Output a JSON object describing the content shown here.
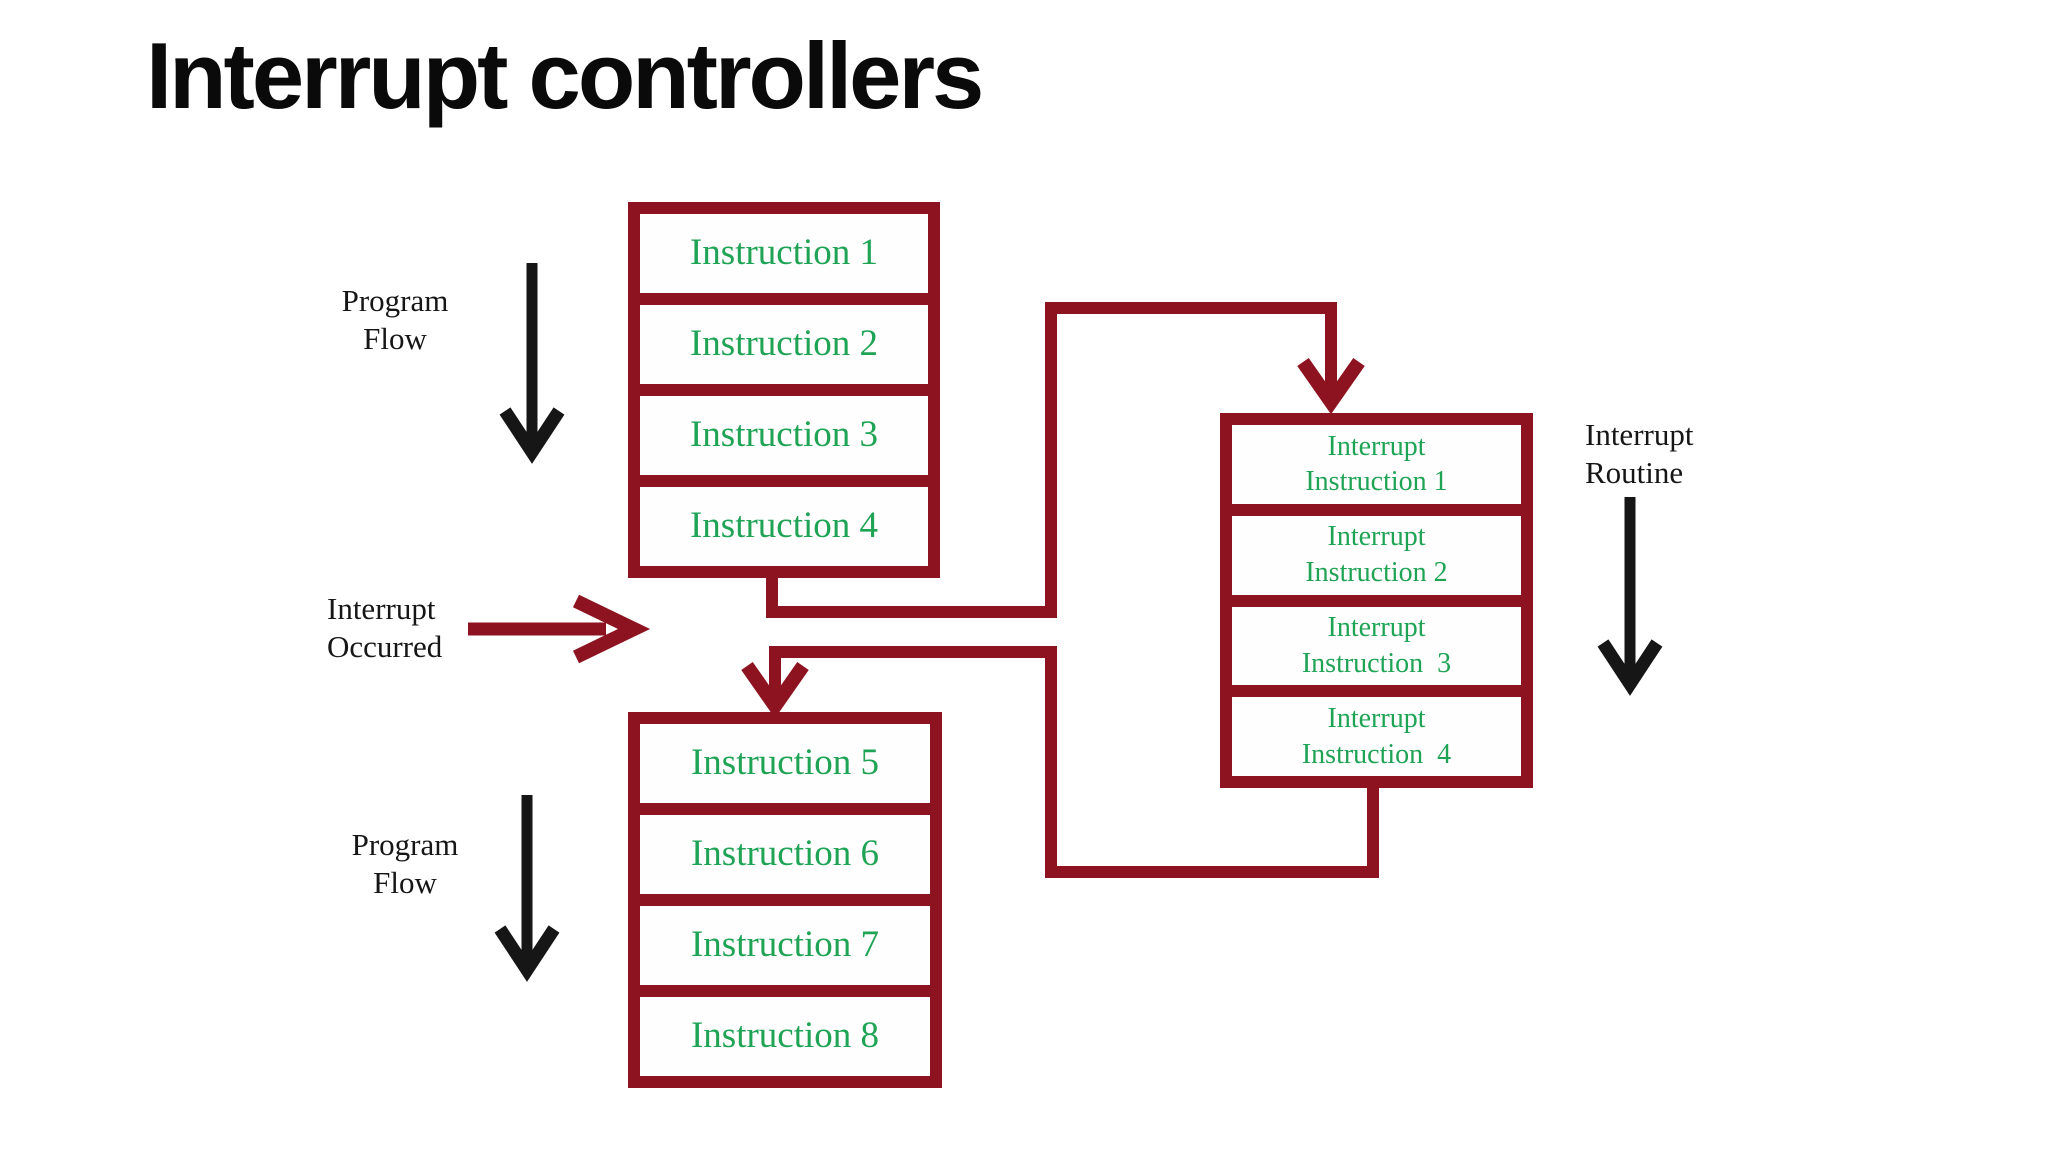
{
  "title": "Interrupt controllers",
  "colors": {
    "maroon": "#8E1320",
    "green": "#1FA355",
    "ink": "#161616"
  },
  "labels": {
    "program_flow_top": {
      "line1": "Program",
      "line2": "Flow"
    },
    "interrupt_occurred": {
      "line1": "Interrupt",
      "line2": "Occurred"
    },
    "program_flow_bottom": {
      "line1": "Program",
      "line2": "Flow"
    },
    "interrupt_routine": {
      "line1": "Interrupt",
      "line2": "Routine"
    }
  },
  "boxes": {
    "program_top": {
      "cells": [
        "Instruction 1",
        "Instruction 2",
        "Instruction 3",
        "Instruction 4"
      ]
    },
    "interrupt_routine": {
      "cells": [
        {
          "line1": "Interrupt",
          "line2": "Instruction 1"
        },
        {
          "line1": "Interrupt",
          "line2": "Instruction 2"
        },
        {
          "line1": "Interrupt",
          "line2": "Instruction  3"
        },
        {
          "line1": "Interrupt",
          "line2": "Instruction  4"
        }
      ]
    },
    "program_bottom": {
      "cells": [
        "Instruction 5",
        "Instruction 6",
        "Instruction 7",
        "Instruction 8"
      ]
    }
  }
}
